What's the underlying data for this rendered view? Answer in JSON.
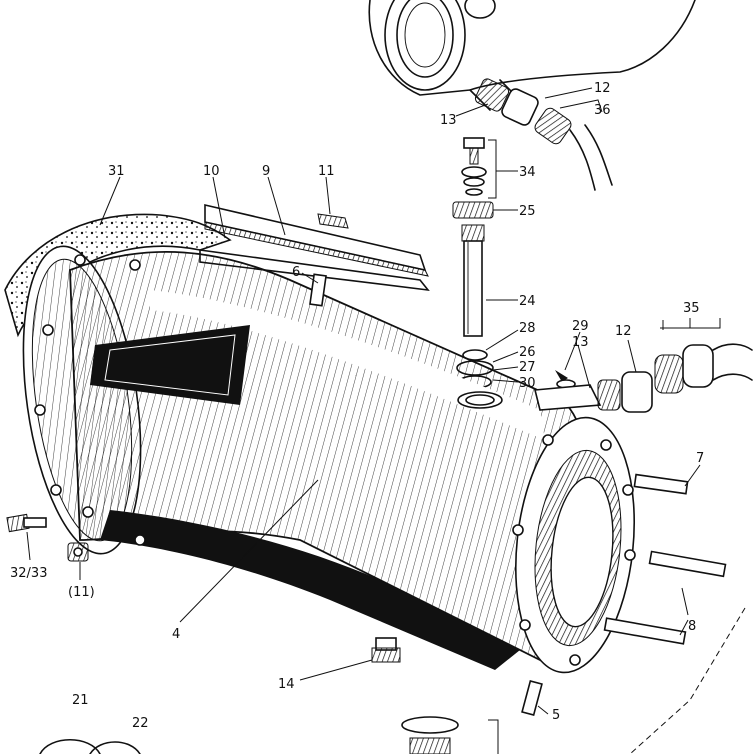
{
  "labels": {
    "l12a": "12",
    "l13a": "13",
    "l36": "36",
    "l34": "34",
    "l25": "25",
    "l31": "31",
    "l10": "10",
    "l9": "9",
    "l11": "11",
    "l6": "6",
    "l24": "24",
    "l28": "28",
    "l29": "29",
    "l13b": "13",
    "l12b": "12",
    "l35": "35",
    "l26": "26",
    "l27": "27",
    "l30": "30",
    "l7": "7",
    "l3233": "32/33",
    "l11p": "(11)",
    "l4": "4",
    "l8": "8",
    "l14": "14",
    "l5": "5",
    "l21": "21",
    "l22": "22"
  }
}
